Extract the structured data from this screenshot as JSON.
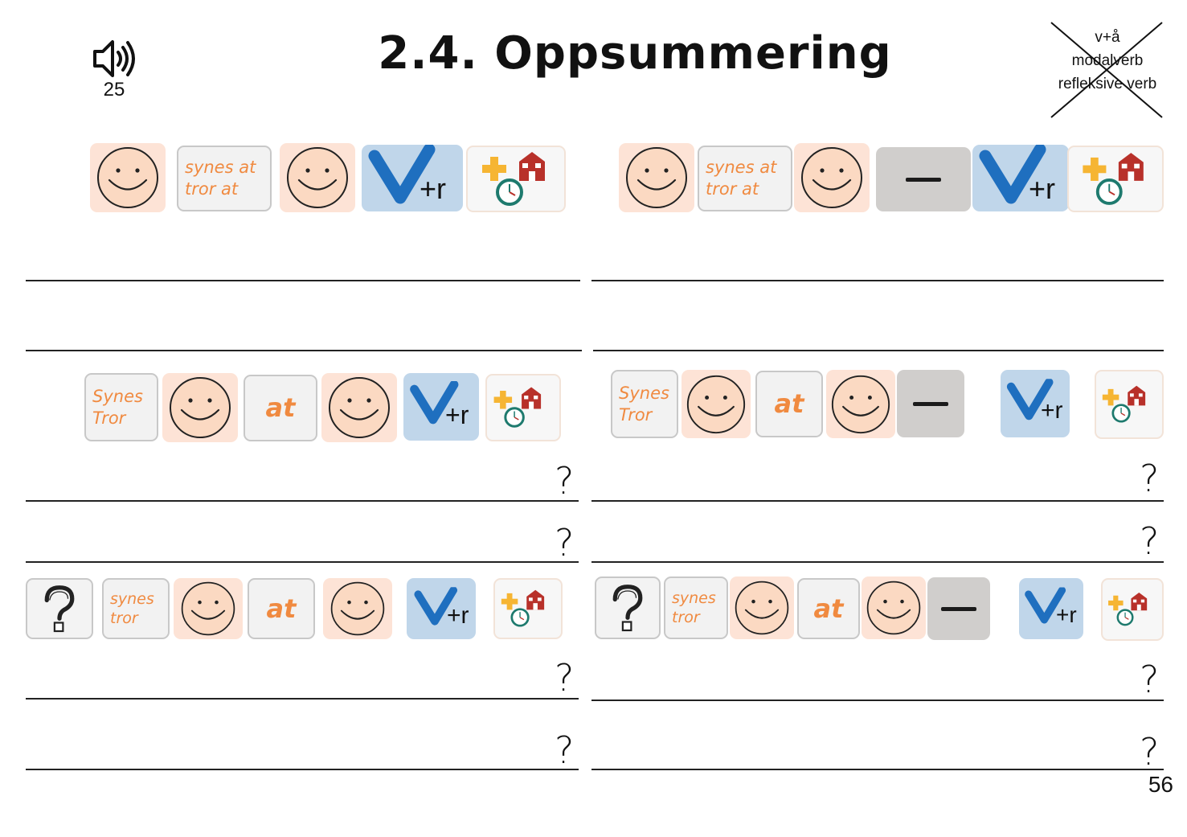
{
  "header": {
    "audio_track": "25",
    "title": "2.4. Oppsummering",
    "grammar_box": [
      "v+å",
      "modalverb",
      "refleksive verb"
    ],
    "page_number": "56"
  },
  "tiles": {
    "synes_at": "synes at",
    "tror_at": "tror at",
    "synes": "synes",
    "tror": "tror",
    "Synes": "Synes",
    "Tror": "Tror",
    "at": "at",
    "verb_suffix": "+r"
  },
  "question_mark": "?",
  "icons": [
    "speaker-icon",
    "smiley-face-icon",
    "verb-v-icon",
    "plus-icon",
    "house-icon",
    "clock-icon",
    "question-mark-icon",
    "minus-icon"
  ],
  "colors": {
    "face_tile": "#fde3d6",
    "verb_tile": "#c0d6ea",
    "verb_letter": "#1f6fbf",
    "word_text": "#f08a40",
    "minus_tile": "#d0cecc",
    "plus": "#f6b533",
    "house": "#b8312a",
    "clock": "#1e7a6e"
  }
}
